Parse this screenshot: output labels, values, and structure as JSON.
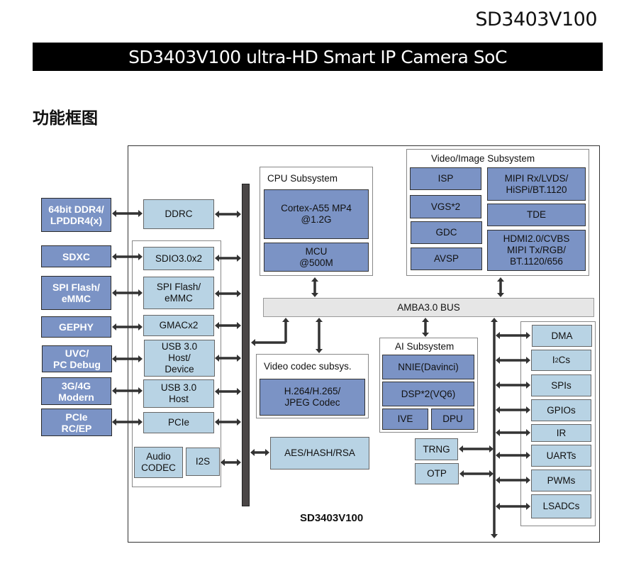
{
  "header": {
    "doc_id": "SD3403V100",
    "banner": "SD3403V100 ultra-HD Smart IP Camera SoC",
    "section_title": "功能框图"
  },
  "diagram": {
    "chip_name": "SD3403V100",
    "colors": {
      "external_block": "#7b93c5",
      "core_block": "#7b93c5",
      "peripheral_block": "#b8d3e4",
      "bus": "#e6e6e6",
      "vertical_bus": "#4a4646"
    },
    "external": [
      {
        "id": "ddr",
        "label": "64bit DDR4/\nLPDDR4(x)"
      },
      {
        "id": "sdxc",
        "label": "SDXC"
      },
      {
        "id": "spi-flash",
        "label": "SPI Flash/\neMMC"
      },
      {
        "id": "gephy",
        "label": "GEPHY"
      },
      {
        "id": "uvc",
        "label": "UVC/\nPC Debug"
      },
      {
        "id": "modem",
        "label": "3G/4G\nModern"
      },
      {
        "id": "pcie",
        "label": "PCIe\nRC/EP"
      }
    ],
    "left_ctrl": [
      {
        "id": "ddrc",
        "label": "DDRC"
      },
      {
        "id": "sdio",
        "label": "SDIO3.0x2"
      },
      {
        "id": "spi-emmc",
        "label": "SPI Flash/\neMMC"
      },
      {
        "id": "gmac",
        "label": "GMACx2"
      },
      {
        "id": "usb-host-device",
        "label": "USB 3.0\nHost/\nDevice"
      },
      {
        "id": "usb-host",
        "label": "USB 3.0\nHost"
      },
      {
        "id": "pcie-ctrl",
        "label": "PCIe"
      },
      {
        "id": "audio-codec",
        "label": "Audio\nCODEC"
      },
      {
        "id": "i2s",
        "label": "I2S"
      }
    ],
    "cpu": {
      "title": "CPU Subsystem",
      "blocks": [
        {
          "id": "cortex",
          "label": "Cortex-A55 MP4\n@1.2G"
        },
        {
          "id": "mcu",
          "label": "MCU\n@500M"
        }
      ]
    },
    "video_image": {
      "title": "Video/Image Subsystem",
      "left": [
        {
          "id": "isp",
          "label": "ISP"
        },
        {
          "id": "vgs",
          "label": "VGS*2"
        },
        {
          "id": "gdc",
          "label": "GDC"
        },
        {
          "id": "avsp",
          "label": "AVSP"
        }
      ],
      "right": [
        {
          "id": "mipi-rx",
          "label": "MIPI Rx/LVDS/\nHiSPi/BT.1120"
        },
        {
          "id": "tde",
          "label": "TDE"
        },
        {
          "id": "hdmi",
          "label": "HDMI2.0/CVBS\nMIPI Tx/RGB/\nBT.1120/656"
        }
      ]
    },
    "bus": {
      "label": "AMBA3.0 BUS"
    },
    "video_codec": {
      "title": "Video codec subsys.",
      "block": "H.264/H.265/\nJPEG Codec"
    },
    "ai": {
      "title": "AI Subsystem",
      "blocks": [
        {
          "id": "nnie",
          "label": "NNIE(Davinci)"
        },
        {
          "id": "dsp",
          "label": "DSP*2(VQ6)"
        },
        {
          "id": "ive",
          "label": "IVE"
        },
        {
          "id": "dpu",
          "label": "DPU"
        }
      ]
    },
    "security": {
      "label": "AES/HASH/RSA"
    },
    "misc": [
      {
        "id": "trng",
        "label": "TRNG"
      },
      {
        "id": "otp",
        "label": "OTP"
      }
    ],
    "peripherals": [
      {
        "id": "dma",
        "label": "DMA"
      },
      {
        "id": "i2c",
        "label": "I",
        "sup": "2",
        "suffix": "Cs"
      },
      {
        "id": "spis",
        "label": "SPIs"
      },
      {
        "id": "gpios",
        "label": "GPIOs"
      },
      {
        "id": "ir",
        "label": "IR"
      },
      {
        "id": "uarts",
        "label": "UARTs"
      },
      {
        "id": "pwms",
        "label": "PWMs"
      },
      {
        "id": "lsadcs",
        "label": "LSADCs"
      }
    ]
  }
}
